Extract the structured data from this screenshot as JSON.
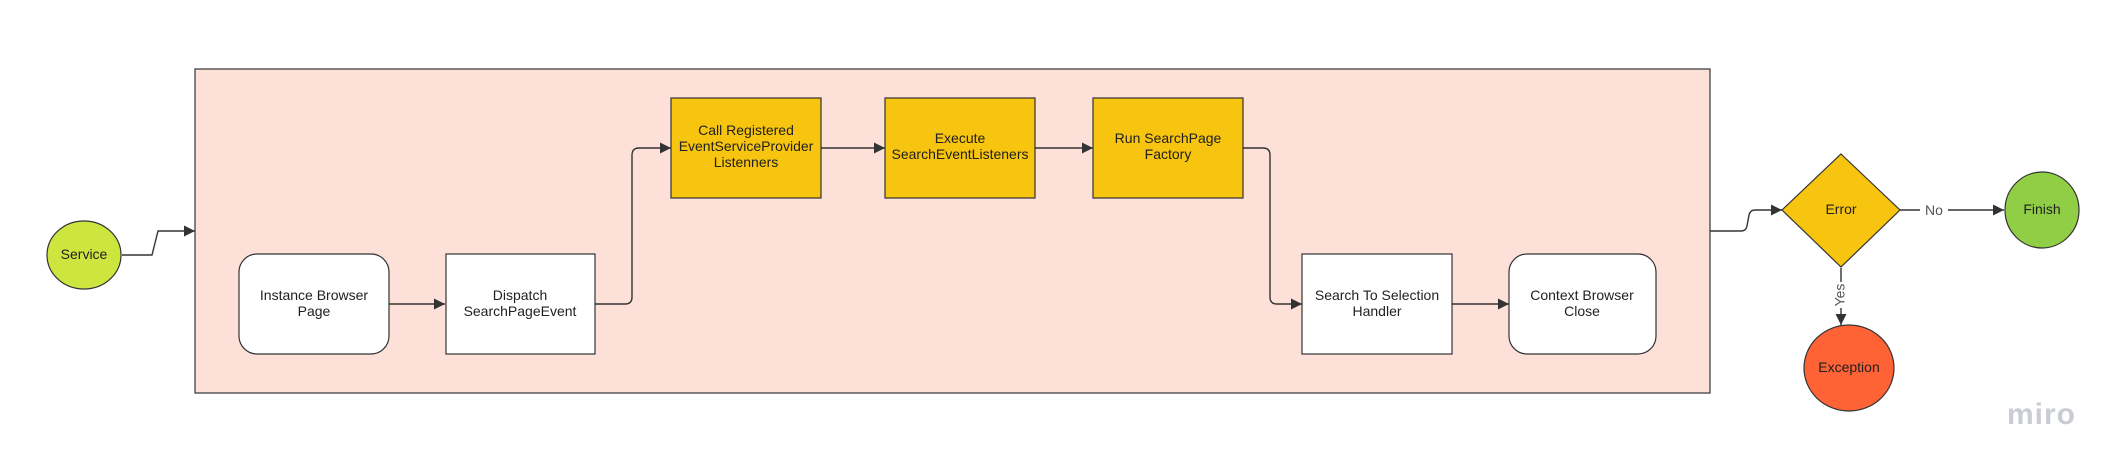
{
  "diagram": {
    "nodes": {
      "service": {
        "label": [
          "Service"
        ],
        "color": "#cde63f"
      },
      "instance": {
        "label": [
          "Instance Browser",
          "Page"
        ],
        "color": "#ffffff"
      },
      "dispatch": {
        "label": [
          "Dispatch",
          "SearchPageEvent"
        ],
        "color": "#ffffff"
      },
      "call": {
        "label": [
          "Call Registered",
          "EventServiceProvider",
          "Listenners"
        ],
        "color": "#f7c40f"
      },
      "execute": {
        "label": [
          "Execute",
          "SearchEventListeners"
        ],
        "color": "#f7c40f"
      },
      "run": {
        "label": [
          "Run SearchPage",
          "Factory"
        ],
        "color": "#f7c40f"
      },
      "search": {
        "label": [
          "Search To Selection",
          "Handler"
        ],
        "color": "#ffffff"
      },
      "context": {
        "label": [
          "Context Browser",
          "Close"
        ],
        "color": "#ffffff"
      },
      "error": {
        "label": [
          "Error"
        ],
        "color": "#f7c40f"
      },
      "finish": {
        "label": [
          "Finish"
        ],
        "color": "#8fce45"
      },
      "exception": {
        "label": [
          "Exception"
        ],
        "color": "#ff6335"
      }
    },
    "edge_labels": {
      "no": "No",
      "yes": "Yes"
    },
    "container_color": "#fde0d8",
    "watermark": "miro"
  }
}
